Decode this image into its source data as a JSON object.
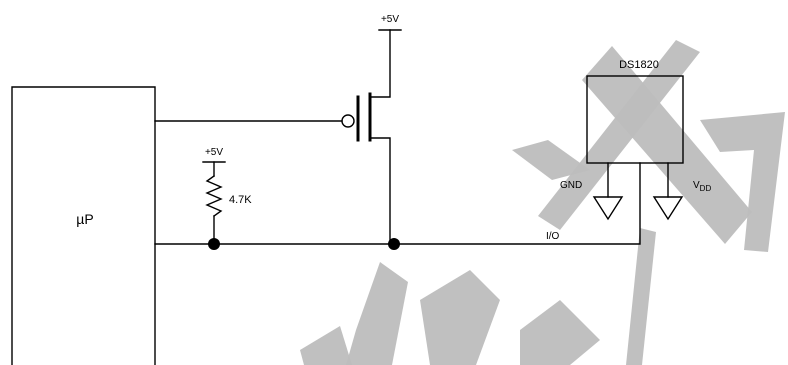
{
  "labels": {
    "vcc_top": "+5V",
    "vcc_res": "+5V",
    "resistor": "4.7K",
    "up": "µP",
    "chip": "DS1820",
    "gnd": "GND",
    "vdd_main": "V",
    "vdd_sub": "DD",
    "io": "I/O"
  },
  "colors": {
    "line": "#000000",
    "watermark": "#bdbdbd",
    "background": "#ffffff"
  },
  "icons": {
    "pmos": "p-channel-mosfet-icon",
    "resistor": "resistor-icon",
    "gnd": "ground-icon",
    "vdd": "vdd-icon",
    "junction": "junction-dot-icon"
  }
}
